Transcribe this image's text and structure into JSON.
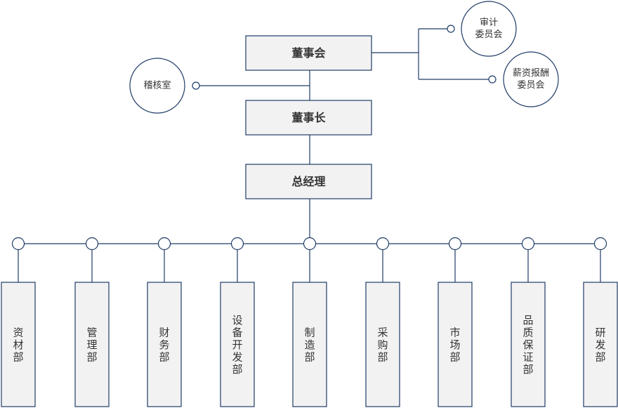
{
  "colors": {
    "line": "#1f3c66",
    "box_fill": "#f2f2f2",
    "box_stroke": "#1f3c66",
    "text": "#333333"
  },
  "nodes": {
    "board": "董事会",
    "chairman": "董事长",
    "general_manager": "总经理",
    "audit_office": "稽核室",
    "audit_committee": [
      "审计",
      "委员会"
    ],
    "compensation_committee": [
      "薪资报酬",
      "委员会"
    ]
  },
  "departments": [
    "资材部",
    "管理部",
    "财务部",
    "设备开发部",
    "制造部",
    "采购部",
    "市场部",
    "品质保证部",
    "研发部"
  ]
}
